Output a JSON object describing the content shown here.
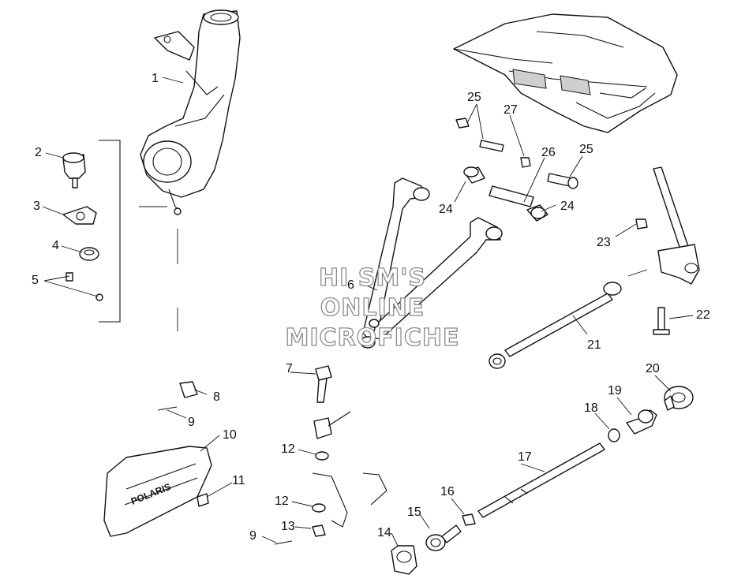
{
  "watermark": {
    "line1": "HI SM'S",
    "line2": "ONLINE",
    "line3": "MICROFICHE"
  },
  "callouts": {
    "c1": "1",
    "c2": "2",
    "c3": "3",
    "c4": "4",
    "c5": "5",
    "c6": "6",
    "c7": "7",
    "c8": "8",
    "c9a": "9",
    "c9b": "9",
    "c10": "10",
    "c11": "11",
    "c12a": "12",
    "c12b": "12",
    "c13": "13",
    "c14": "14",
    "c15": "15",
    "c16": "16",
    "c17": "17",
    "c18": "18",
    "c19": "19",
    "c20": "20",
    "c21": "21",
    "c22": "22",
    "c23": "23",
    "c24a": "24",
    "c24b": "24",
    "c25a": "25",
    "c25b": "25",
    "c26": "26",
    "c27": "27"
  },
  "cover_logo": "POLARIS"
}
